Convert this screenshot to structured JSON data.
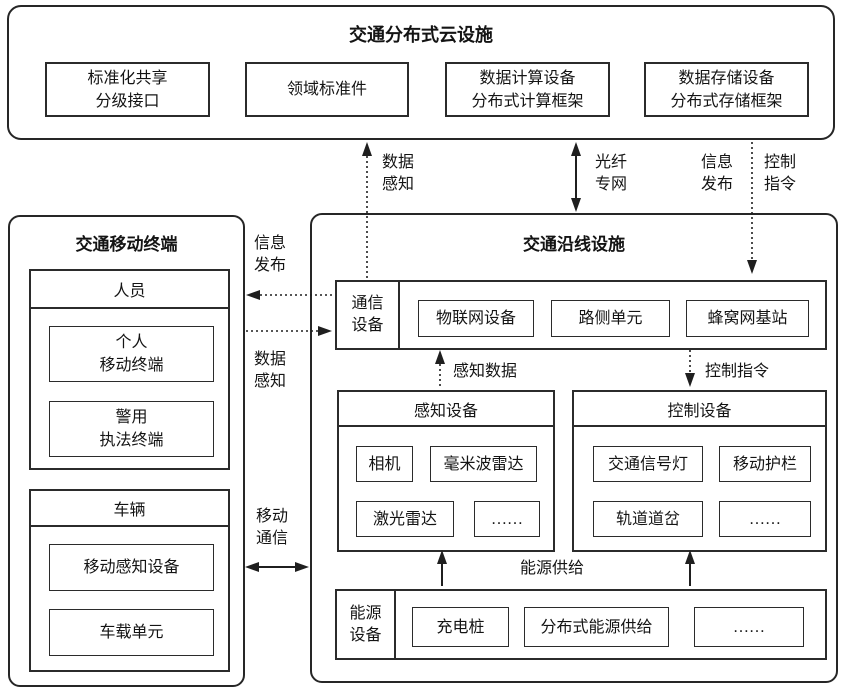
{
  "cloud": {
    "title": "交通分布式云设施",
    "items": [
      "标准化共享\n分级接口",
      "领域标准件",
      "数据计算设备\n分布式计算框架",
      "数据存储设备\n分布式存储框架"
    ]
  },
  "mobile_terminal": {
    "title": "交通移动终端",
    "groups": [
      {
        "header": "人员",
        "items": [
          "个人\n移动终端",
          "警用\n执法终端"
        ]
      },
      {
        "header": "车辆",
        "items": [
          "移动感知设备",
          "车载单元"
        ]
      }
    ]
  },
  "roadside": {
    "title": "交通沿线设施",
    "comm_row": {
      "label": "通信\n设备",
      "items": [
        "物联网设备",
        "路侧单元",
        "蜂窝网基站"
      ]
    },
    "sensing": {
      "header": "感知设备",
      "items": [
        "相机",
        "毫米波雷达",
        "激光雷达",
        "……"
      ]
    },
    "control": {
      "header": "控制设备",
      "items": [
        "交通信号灯",
        "移动护栏",
        "轨道道岔",
        "……"
      ]
    },
    "energy_row": {
      "label": "能源\n设备",
      "items": [
        "充电桩",
        "分布式能源供给",
        "……"
      ]
    }
  },
  "flow_labels": {
    "data_sense_top": "数据\n感知",
    "fiber_network": "光纤\n专网",
    "info_publish_top": "信息\n发布",
    "control_cmd_top": "控制\n指令",
    "info_publish_left": "信息\n发布",
    "data_sense_left": "数据\n感知",
    "mobile_comm": "移动\n通信",
    "sense_data": "感知数据",
    "control_cmd_mid": "控制指令",
    "energy_supply": "能源供给"
  },
  "colors": {
    "line": "#1f1f1f",
    "text": "#141414",
    "background": "#ffffff"
  }
}
